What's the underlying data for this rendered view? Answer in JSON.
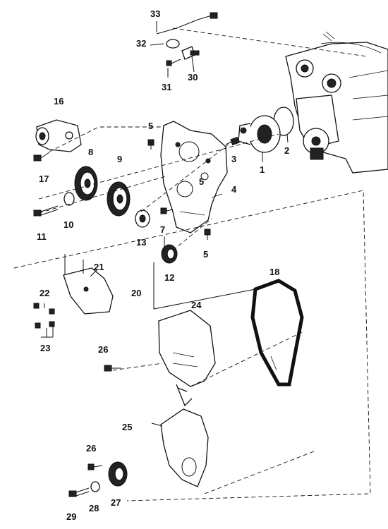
{
  "diagram": {
    "callouts": {
      "c1": "1",
      "c2": "2",
      "c3": "3",
      "c4": "4",
      "c5a": "5",
      "c5b": "5",
      "c5c": "5",
      "c7": "7",
      "c8": "8",
      "c9": "9",
      "c10": "10",
      "c11": "11",
      "c12": "12",
      "c13": "13",
      "c16": "16",
      "c17": "17",
      "c18": "18",
      "c20": "20",
      "c21": "21",
      "c22": "22",
      "c23": "23",
      "c24": "24",
      "c25": "25",
      "c26a": "26",
      "c26b": "26",
      "c27": "27",
      "c28": "28",
      "c29": "29",
      "c30": "30",
      "c31": "31",
      "c32": "32",
      "c33": "33"
    },
    "parts": [
      "water-pump",
      "gasket",
      "bolt",
      "rear-cover",
      "bolt",
      "bolt",
      "camshaft-gear",
      "camshaft-gear",
      "washer",
      "bolt",
      "idler-pulley",
      "idler-pulley",
      "tensioner",
      "bolt",
      "timing-belt",
      "tensioner-bracket",
      "bolt",
      "bolt",
      "upper-front-cover",
      "lower-front-cover",
      "bolt",
      "crankshaft-sprocket",
      "washer",
      "bolt",
      "sensor-bracket",
      "bolt",
      "crank-position-sensor",
      "bolt"
    ]
  }
}
